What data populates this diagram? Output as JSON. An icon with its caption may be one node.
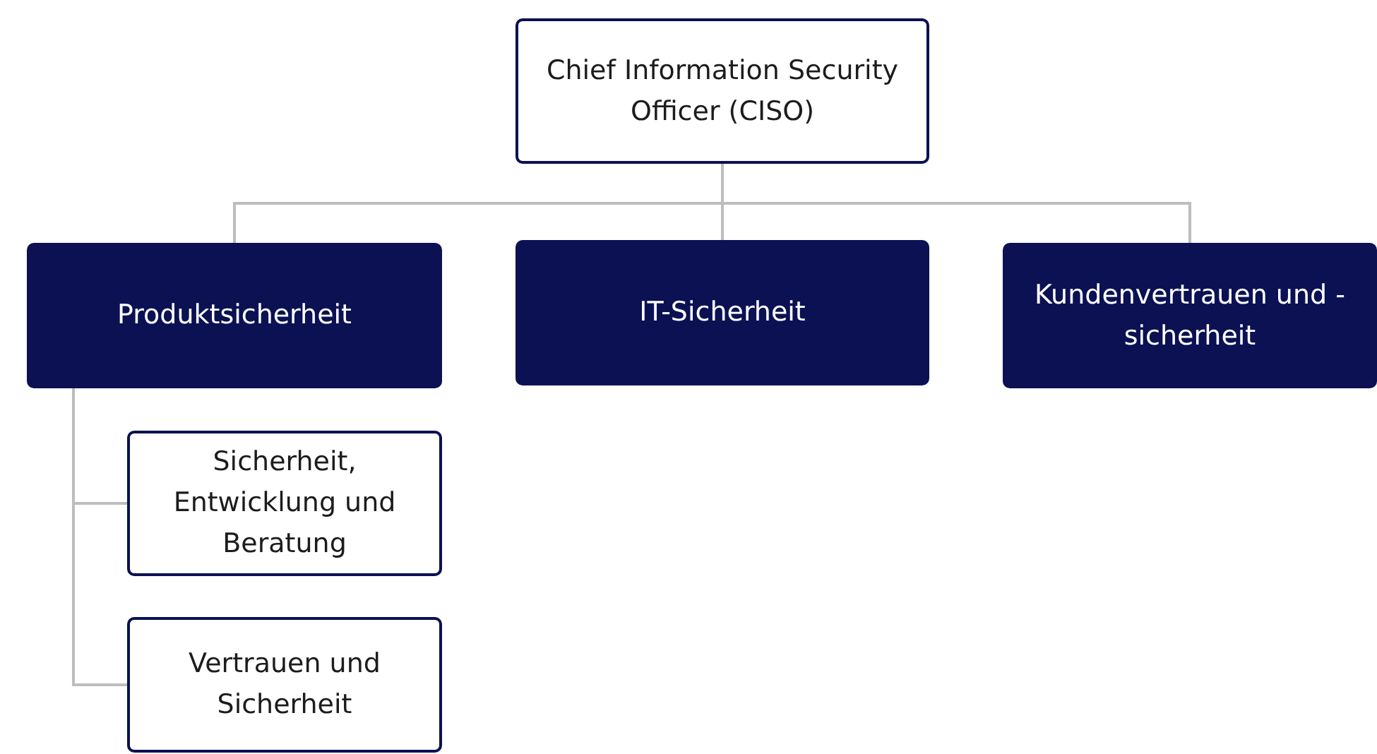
{
  "diagram": {
    "nodes": [
      {
        "text": [
          "Chief Information Security Officer (CISO)"
        ]
      },
      {
        "text": [
          "Produktsicherheit"
        ]
      },
      {
        "text": [
          "IT-Sicherheit"
        ]
      },
      {
        "text": [
          "Kundenvertrauen und -sicherheit"
        ]
      },
      {
        "text": [
          "Sicherheit, Entwicklung und Beratung"
        ]
      },
      {
        "text": [
          "Vertrauen und Sicherheit"
        ]
      }
    ],
    "edges": [
      {
        "from": 0,
        "to": 1,
        "arrow": "none"
      },
      {
        "from": 0,
        "to": 2,
        "arrow": "none"
      },
      {
        "from": 0,
        "to": 3,
        "arrow": "none"
      },
      {
        "from": 1,
        "to": 4,
        "arrow": "none"
      },
      {
        "from": 1,
        "to": 5,
        "arrow": "none"
      }
    ]
  }
}
